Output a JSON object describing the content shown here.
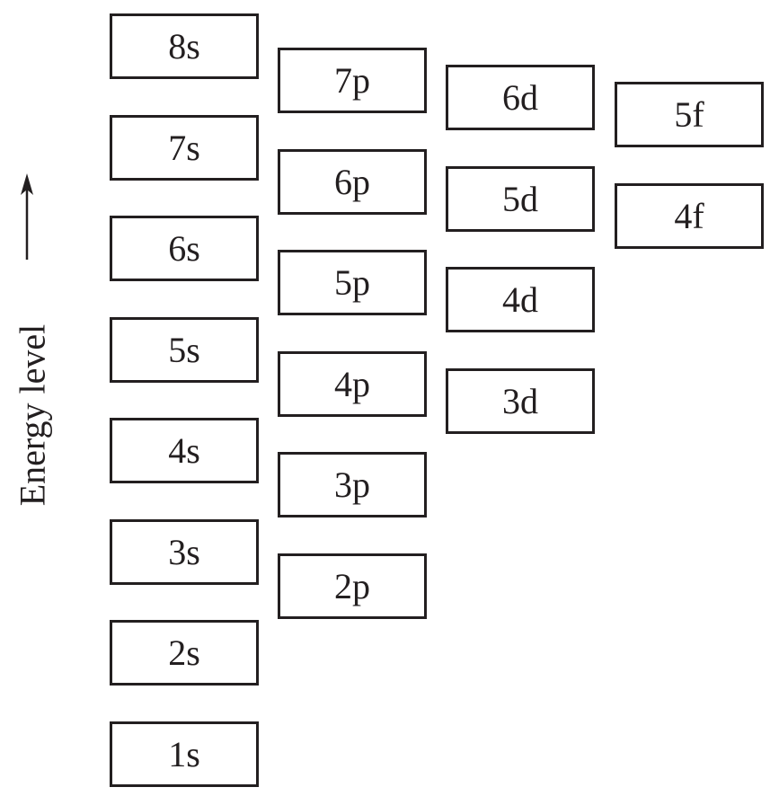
{
  "diagram": {
    "axis_label": "Energy level",
    "columns": [
      {
        "type": "s",
        "orbitals": [
          "8s",
          "7s",
          "6s",
          "5s",
          "4s",
          "3s",
          "2s",
          "1s"
        ]
      },
      {
        "type": "p",
        "orbitals": [
          "7p",
          "6p",
          "5p",
          "4p",
          "3p",
          "2p"
        ]
      },
      {
        "type": "d",
        "orbitals": [
          "6d",
          "5d",
          "4d",
          "3d"
        ]
      },
      {
        "type": "f",
        "orbitals": [
          "5f",
          "4f"
        ]
      }
    ]
  },
  "colors": {
    "line": "#231f20",
    "background": "#ffffff"
  }
}
